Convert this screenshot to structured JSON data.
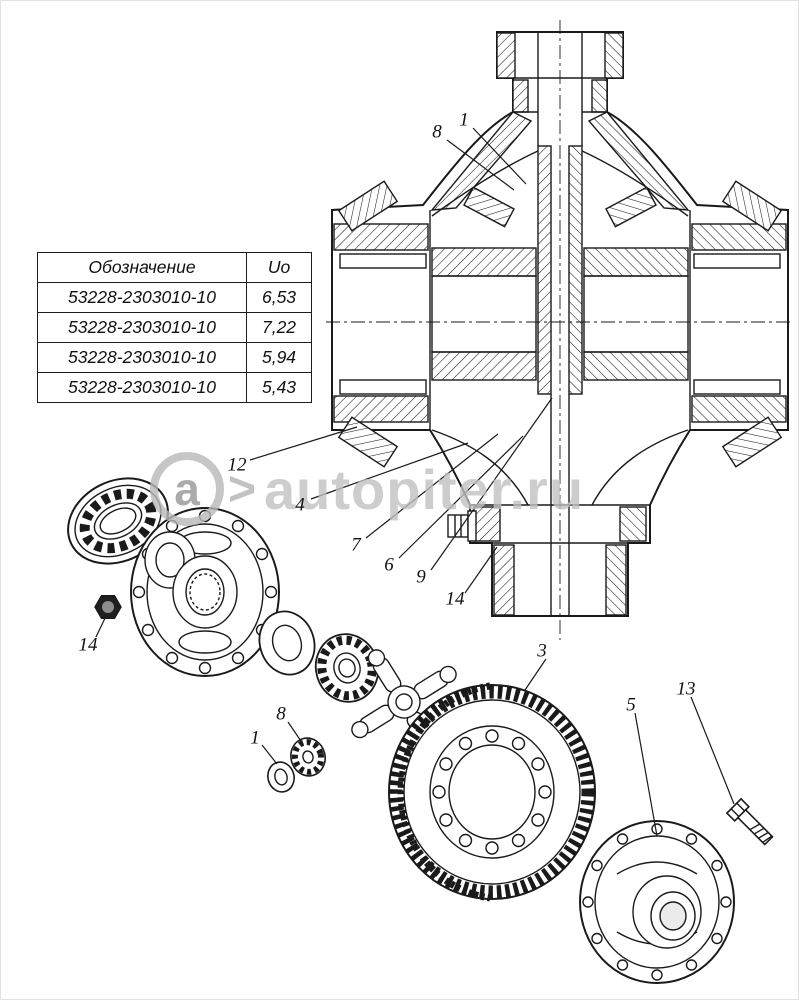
{
  "table": {
    "headers": {
      "designation": "Обозначение",
      "ratio": "Uo"
    },
    "rows": [
      {
        "designation": "53228-2303010-10",
        "ratio": "6,53"
      },
      {
        "designation": "53228-2303010-10",
        "ratio": "7,22"
      },
      {
        "designation": "53228-2303010-10",
        "ratio": "5,94"
      },
      {
        "designation": "53228-2303010-10",
        "ratio": "5,43"
      }
    ]
  },
  "watermark": {
    "logo_letter": "a",
    "arrow": ">",
    "text": "autopiter.ru"
  },
  "callouts": [
    {
      "id": "top-8",
      "label": "8"
    },
    {
      "id": "top-1",
      "label": "1"
    },
    {
      "id": "bearing-12",
      "label": "12"
    },
    {
      "id": "case-4",
      "label": "4"
    },
    {
      "id": "washer-7",
      "label": "7"
    },
    {
      "id": "gear-6",
      "label": "6"
    },
    {
      "id": "spider-9",
      "label": "9"
    },
    {
      "id": "flange-14",
      "label": "14"
    },
    {
      "id": "nut-14",
      "label": "14"
    },
    {
      "id": "pinion-8",
      "label": "8"
    },
    {
      "id": "washer-1",
      "label": "1"
    },
    {
      "id": "ring-3",
      "label": "3"
    },
    {
      "id": "case-5",
      "label": "5"
    },
    {
      "id": "bolt-13",
      "label": "13"
    }
  ],
  "colors": {
    "line": "#1a1a1a",
    "watermark": "#c0c0c0"
  }
}
